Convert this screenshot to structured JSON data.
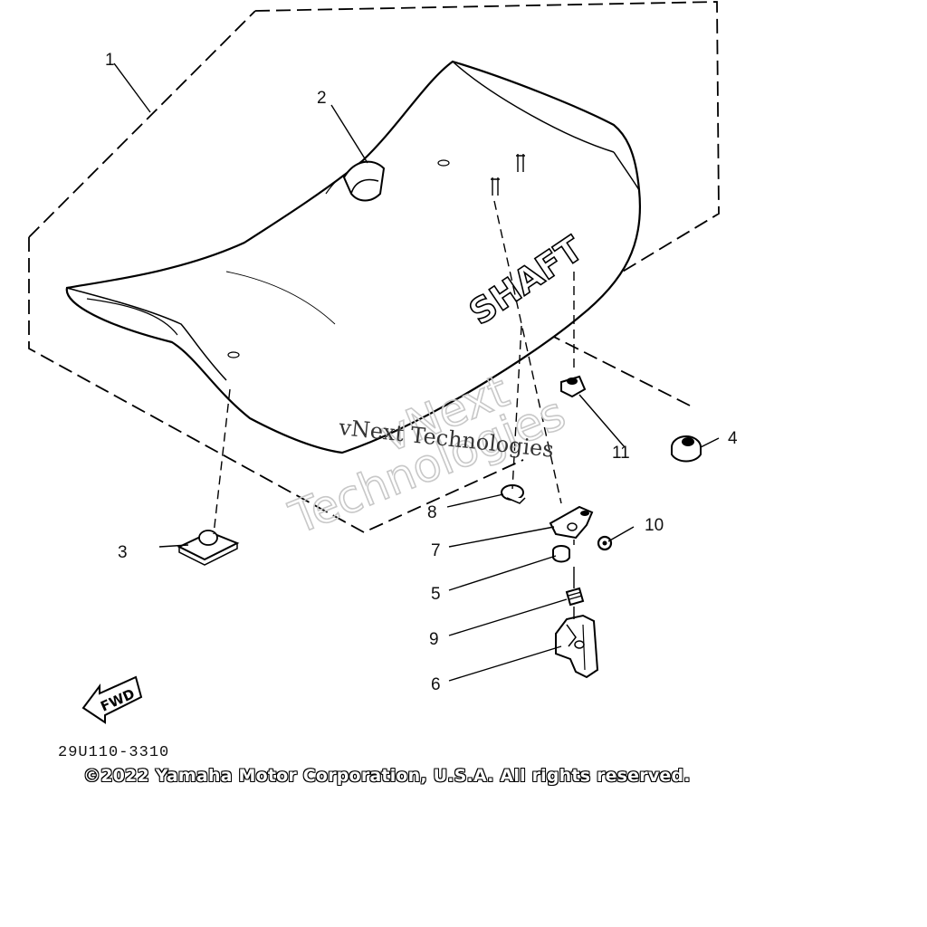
{
  "diagram": {
    "callouts": {
      "c1": "1",
      "c2": "2",
      "c3": "3",
      "c4": "4",
      "c5": "5",
      "c6": "6",
      "c7": "7",
      "c8": "8",
      "c9": "9",
      "c10": "10",
      "c11": "11"
    },
    "seat_label": "SHAFT",
    "fwd_label": "FWD",
    "part_code": "29U110-3310",
    "copyright": "©2022 Yamaha Motor Corporation, U.S.A. All rights reserved.",
    "watermark_small": "vNext Technologies",
    "watermark_big_line1": "vNext",
    "watermark_big_line2": "Technologies"
  }
}
